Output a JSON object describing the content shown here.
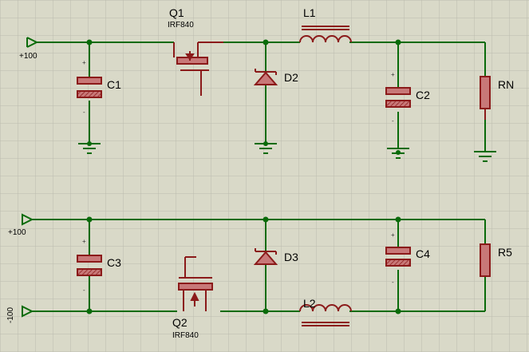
{
  "colors": {
    "background": "#d9d9c8",
    "grid": "#bcbcae",
    "wire": "#0a6b0a",
    "component": "#8b1a1a",
    "pad": "#c87878",
    "text": "#000000"
  },
  "terminals": {
    "top_supply": "+100",
    "bottom_supply": "+100",
    "bottom_return": "-100"
  },
  "components": {
    "q1": {
      "ref": "Q1",
      "part": "IRF840"
    },
    "q2": {
      "ref": "Q2",
      "part": "IRF840"
    },
    "l1": {
      "ref": "L1"
    },
    "l2": {
      "ref": "L2"
    },
    "c1": {
      "ref": "C1"
    },
    "c2": {
      "ref": "C2"
    },
    "c3": {
      "ref": "C3"
    },
    "c4": {
      "ref": "C4"
    },
    "d2": {
      "ref": "D2"
    },
    "d3": {
      "ref": "D3"
    },
    "rn": {
      "ref": "RN"
    },
    "r5": {
      "ref": "R5"
    }
  },
  "pin_marks": {
    "plus": "+",
    "minus": "-"
  },
  "icons": {
    "ground": "ground-icon",
    "terminal": "terminal-arrow-icon"
  }
}
